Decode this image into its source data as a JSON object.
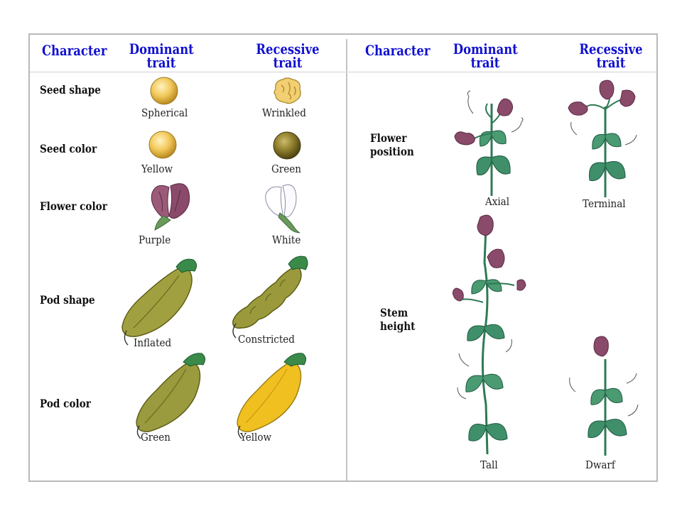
{
  "headers": {
    "left": {
      "character": "Character",
      "dominant": [
        "Dominant",
        "trait"
      ],
      "recessive": [
        "Recessive",
        "trait"
      ]
    },
    "right": {
      "character": "Character",
      "dominant": [
        "Dominant",
        "trait"
      ],
      "recessive": [
        "Recessive",
        "trait"
      ]
    }
  },
  "left_rows": [
    {
      "character": "Seed shape",
      "dominant": "Spherical",
      "recessive": "Wrinkled"
    },
    {
      "character": "Seed color",
      "dominant": "Yellow",
      "recessive": "Green"
    },
    {
      "character": "Flower color",
      "dominant": "Purple",
      "recessive": "White"
    },
    {
      "character": "Pod shape",
      "dominant": "Inflated",
      "recessive": "Constricted"
    },
    {
      "character": "Pod color",
      "dominant": "Green",
      "recessive": "Yellow"
    }
  ],
  "right_rows": [
    {
      "character": [
        "Flower",
        "position"
      ],
      "dominant": "Axial",
      "recessive": "Terminal"
    },
    {
      "character": [
        "Stem",
        "height"
      ],
      "dominant": "Tall",
      "recessive": "Dwarf"
    }
  ],
  "colors": {
    "header_text": "#1010d0",
    "seed_yellow": "#f2c85a",
    "seed_green": "#8a7a2a",
    "flower_purple": "#8a4a6a",
    "pod_green": "#9a9a40",
    "pod_yellow": "#f0c020",
    "leaf_green": "#3f8f6a"
  }
}
